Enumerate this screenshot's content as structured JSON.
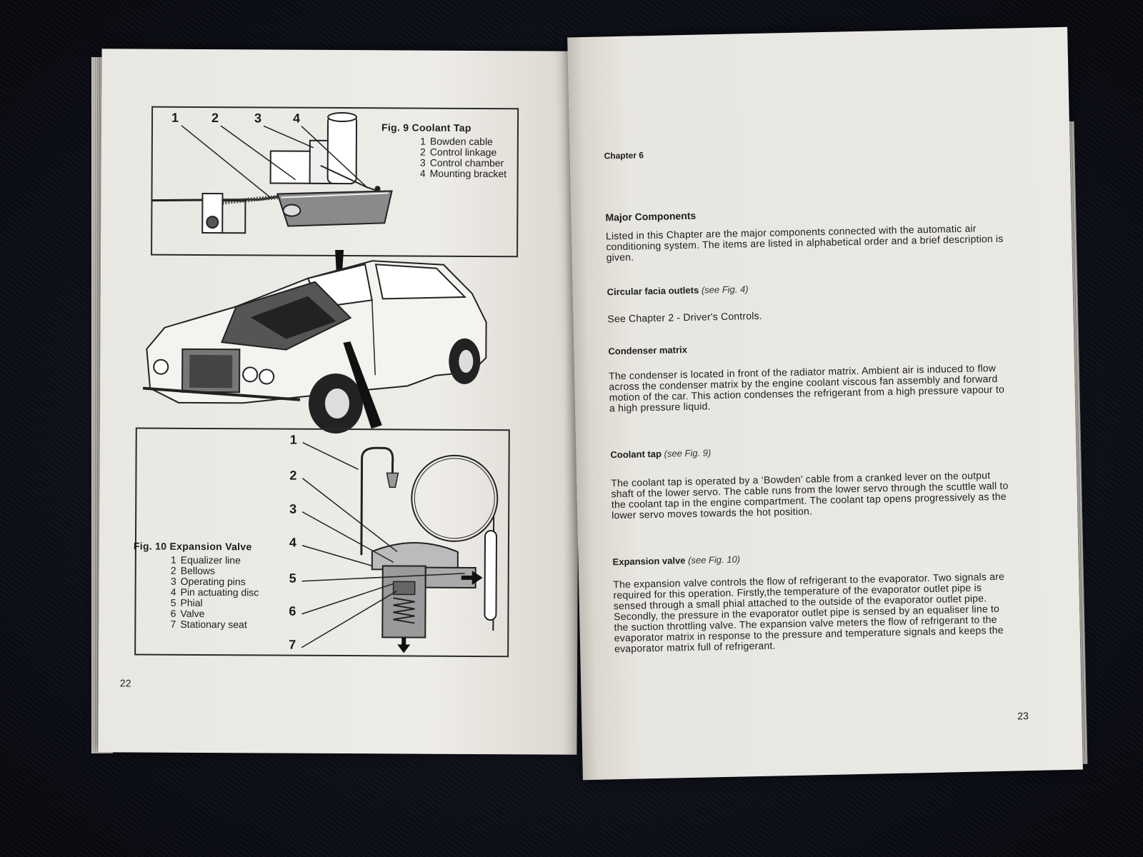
{
  "left_page": {
    "page_number": "22",
    "fig9": {
      "title": "Fig. 9  Coolant Tap",
      "callouts": [
        "1",
        "2",
        "3",
        "4"
      ],
      "items": [
        {
          "n": "1",
          "label": "Bowden cable"
        },
        {
          "n": "2",
          "label": "Control linkage"
        },
        {
          "n": "3",
          "label": "Control chamber"
        },
        {
          "n": "4",
          "label": "Mounting bracket"
        }
      ]
    },
    "fig10": {
      "title": "Fig. 10 Expansion Valve",
      "callouts": [
        "1",
        "2",
        "3",
        "4",
        "5",
        "6",
        "7"
      ],
      "items": [
        {
          "n": "1",
          "label": "Equalizer line"
        },
        {
          "n": "2",
          "label": "Bellows"
        },
        {
          "n": "3",
          "label": "Operating pins"
        },
        {
          "n": "4",
          "label": "Pin actuating disc"
        },
        {
          "n": "5",
          "label": "Phial"
        },
        {
          "n": "6",
          "label": "Valve"
        },
        {
          "n": "7",
          "label": "Stationary seat"
        }
      ]
    }
  },
  "right_page": {
    "page_number": "23",
    "chapter": "Chapter 6",
    "heading": "Major Components",
    "intro": "Listed in this Chapter are the major components connected with the automatic air conditioning system. The items are listed in alphabetical order and a brief description is given.",
    "sections": [
      {
        "title": "Circular facia outlets",
        "ref": "(see Fig. 4)",
        "body": "See Chapter 2 - Driver's Controls."
      },
      {
        "title": "Condenser matrix",
        "ref": "",
        "body": "The condenser is located in front of the radiator matrix. Ambient air is induced to flow across the condenser matrix by the engine coolant viscous fan assembly and forward motion of the car. This action condenses the refrigerant from a high pressure vapour to a high pressure liquid."
      },
      {
        "title": "Coolant tap",
        "ref": "(see Fig. 9)",
        "body": "The coolant tap is operated by a ‘Bowden’ cable from a cranked lever on the output shaft of the lower servo. The cable runs from the lower servo through the scuttle wall to the coolant tap in the engine compartment. The coolant tap opens progressively as the lower servo moves towards the hot position."
      },
      {
        "title": "Expansion valve",
        "ref": "(see Fig. 10)",
        "body": "The expansion valve controls the flow of refrigerant to the evaporator. Two signals are required for this operation. Firstly,the temperature of the evaporator outlet pipe is sensed through a small phial attached to the outside of the evaporator outlet pipe. Secondly, the pressure in the evaporator outlet pipe is sensed by an equaliser line to the suction throttling valve. The expansion valve meters the flow of refrigerant to the evaporator matrix in response to the pressure and temperature signals and keeps the evaporator matrix full of refrigerant."
      }
    ]
  }
}
